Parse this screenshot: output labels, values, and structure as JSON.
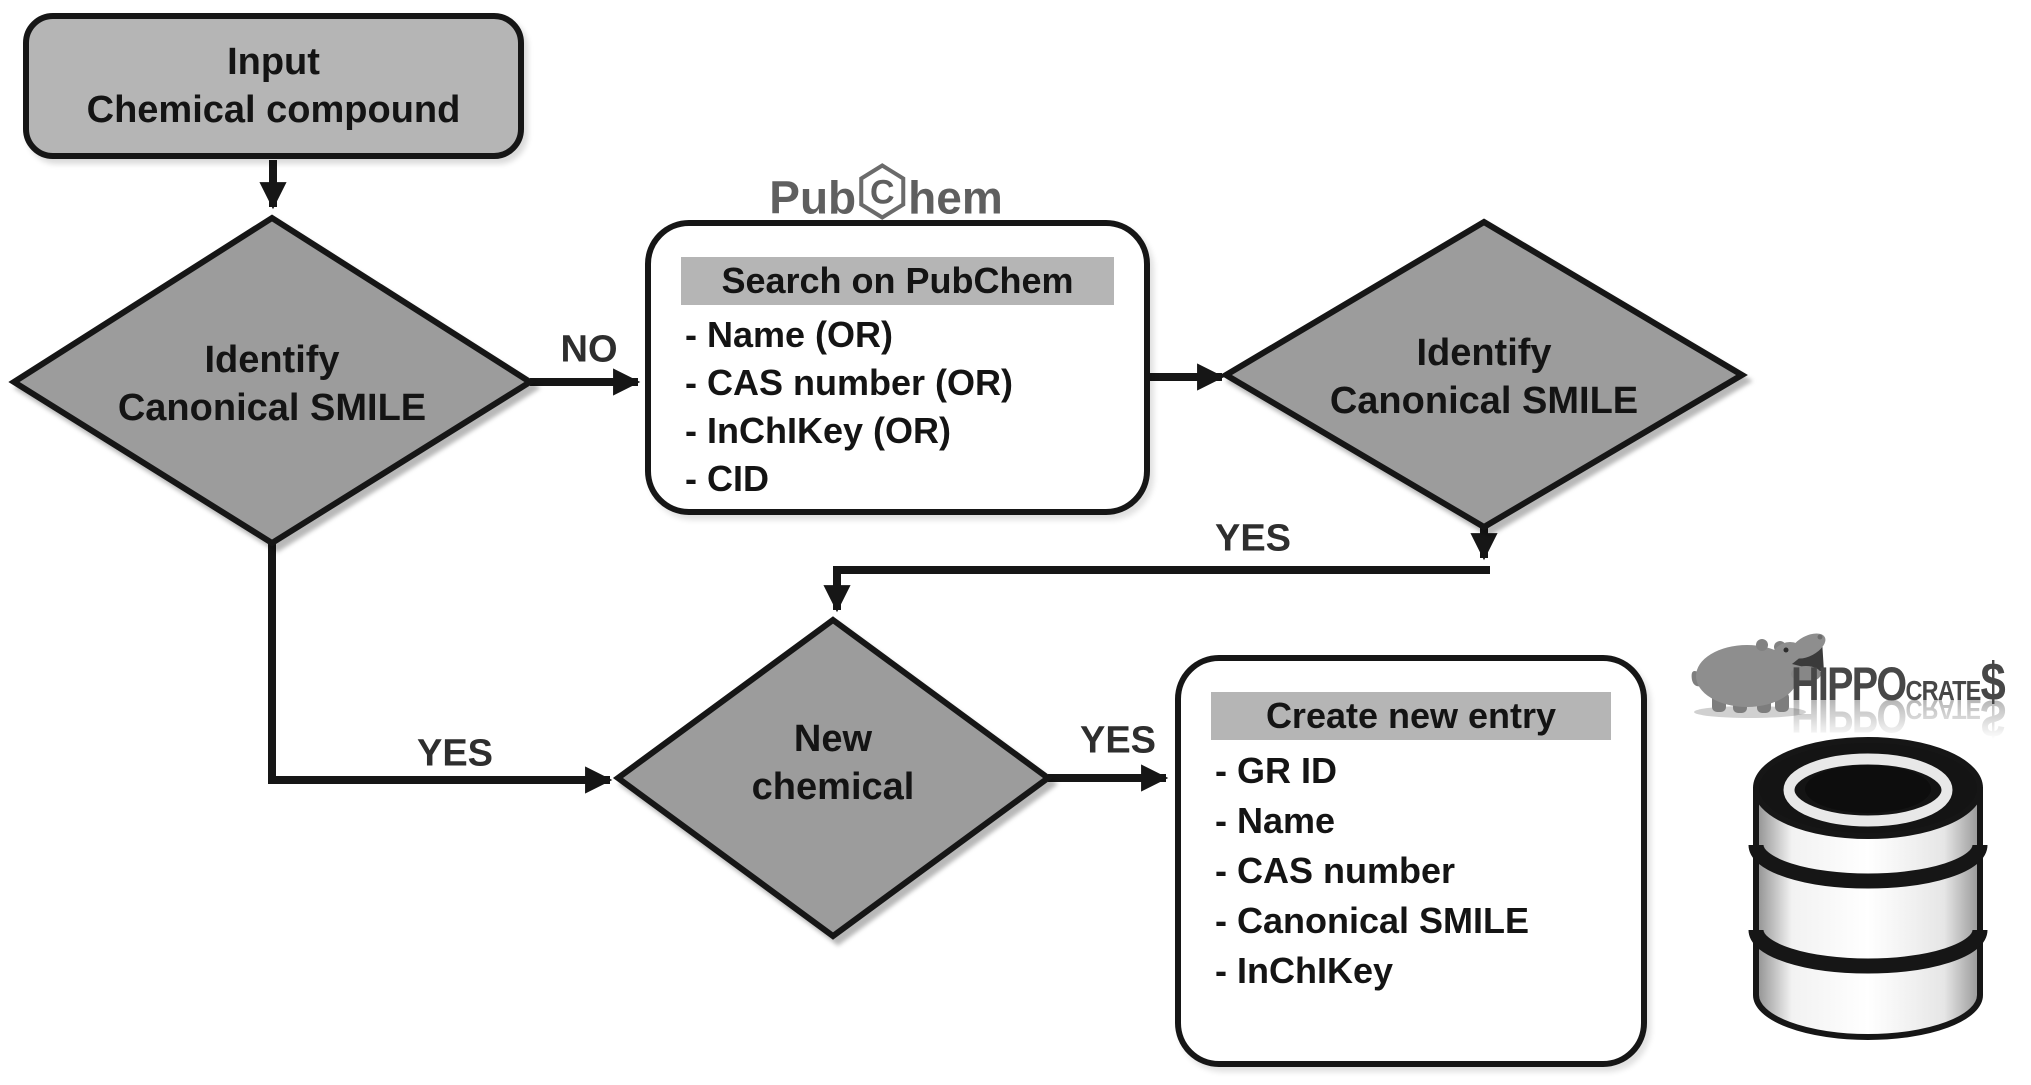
{
  "figure": {
    "type": "flowchart",
    "background": "#ffffff"
  },
  "nodes": {
    "input": {
      "line1": "Input",
      "line2": "Chemical compound"
    },
    "decision_smile_1": {
      "line1": "Identify",
      "line2": "Canonical SMILE"
    },
    "decision_smile_2": {
      "line1": "Identify",
      "line2": "Canonical SMILE"
    },
    "decision_new_chemical": {
      "line1": "New",
      "line2": "chemical"
    },
    "pubchem_search": {
      "header": "Search on PubChem",
      "items": [
        "- Name (OR)",
        "- CAS number (OR)",
        "- InChIKey (OR)",
        "- CID"
      ]
    },
    "create_entry": {
      "header": "Create new entry",
      "items": [
        "- GR ID",
        "- Name",
        "- CAS number",
        "- Canonical SMILE",
        "- InChIKey"
      ]
    }
  },
  "edge_labels": {
    "no": "NO",
    "yes_from_smile_1": "YES",
    "yes_from_smile_2": "YES",
    "yes_from_new_chemical": "YES"
  },
  "logos": {
    "pubchem": {
      "prefix": "Pub",
      "hex_letter": "C",
      "suffix": "hem"
    },
    "hippocrates": {
      "word_main": "HIPPO",
      "word_small": "CRATE",
      "dollar": "$"
    }
  },
  "icons": {
    "pubchem_hexagon": "hexagon-c-icon",
    "hippo": "hippo-icon",
    "database": "database-cylinder-icon"
  },
  "colors": {
    "diamond_fill": "#9c9c9c",
    "panel_gray": "#b5b5b5",
    "line_black": "#161616",
    "pubchem_logo_gray": "#5f5f5f",
    "hippo_gray": "#8e8e8e"
  }
}
